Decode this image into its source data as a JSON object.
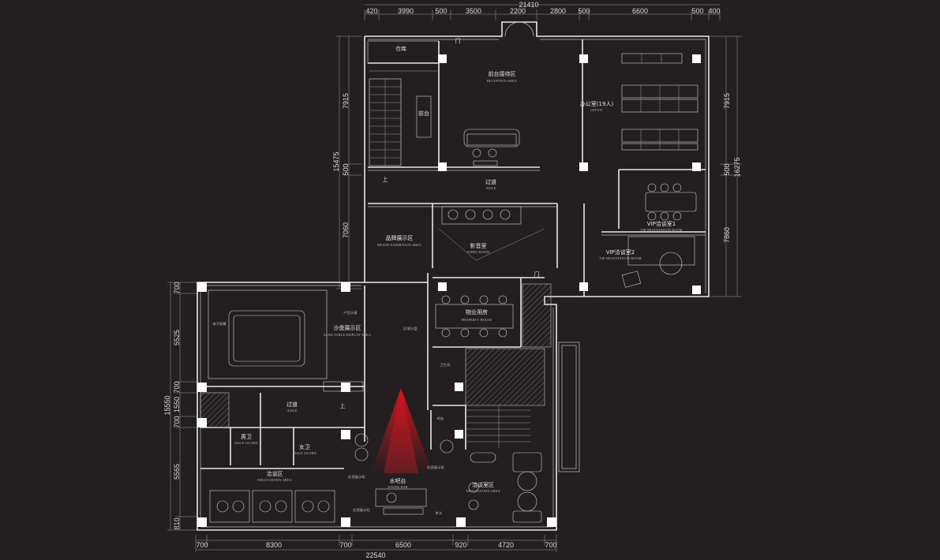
{
  "top_dimensions": {
    "overall": "21410",
    "segments": [
      "420",
      "3990",
      "500",
      "3500",
      "2200",
      "2800",
      "500",
      "6600",
      "500",
      "400"
    ]
  },
  "bottom_dimensions": {
    "overall": "22540",
    "segments": [
      "700",
      "8300",
      "700",
      "6500",
      "920",
      "4720",
      "700"
    ]
  },
  "left_dimensions_upper": {
    "overall": "15475",
    "segments": [
      "7915",
      "500",
      "7060"
    ]
  },
  "left_dimensions_lower": {
    "overall": "15550",
    "segments": [
      "700",
      "5525",
      "700",
      "1550",
      "700",
      "5565",
      "810"
    ]
  },
  "right_dimensions": {
    "overall": "16275",
    "segments": [
      "7915",
      "500",
      "7860"
    ]
  },
  "rooms": {
    "storage": {
      "name": "仓库",
      "sub": ""
    },
    "reception": {
      "name": "前台接待区",
      "sub": "RECEPTION AREA"
    },
    "office": {
      "name": "办公室(19人)",
      "sub": "OFFICE"
    },
    "aisle_upper": {
      "name": "过道",
      "sub": "AISLE"
    },
    "brand": {
      "name": "品牌展示区",
      "sub": "BRAND EXHIBITION AREA"
    },
    "video": {
      "name": "影音室",
      "sub": "VIDEO ROOM"
    },
    "vip1": {
      "name": "VIP洽谈室1",
      "sub": "VIP NEGOTIATION ROOM"
    },
    "vip2": {
      "name": "VIP洽谈室2",
      "sub": "VIP NEGOTIATION ROOM"
    },
    "sand": {
      "name": "沙盘展示区",
      "sub": "SAND TABLE DISPLAY AREA"
    },
    "property": {
      "name": "物业用房",
      "sub": "PROPERTY HOUSE"
    },
    "aisle_lower": {
      "name": "过道",
      "sub": "AISLE"
    },
    "male": {
      "name": "男卫",
      "sub": "MALE GUARD"
    },
    "female": {
      "name": "女卫",
      "sub": "MALE GUARD"
    },
    "nego_left": {
      "name": "洽谈区",
      "sub": "NEGOTIATION AREA"
    },
    "water_bar": {
      "name": "水吧台",
      "sub": "WATER BAR"
    },
    "nego_right": {
      "name": "洽谈室区",
      "sub": "NEGOTIATION AREA"
    }
  },
  "small_labels": {
    "front_desk": "前台",
    "up_1": "上",
    "up_2": "上",
    "door_1": "门",
    "door_2": "门",
    "lower_a": "电子屏幕",
    "lower_b": "户型示意",
    "lower_c": "区域沙盘",
    "lower_d": "红酒展示柜",
    "lower_e": "红酒展示柜",
    "lower_f": "卫生间",
    "lower_g": "红酒展示柜",
    "lower_h": "吧台",
    "lower_i": "茶水"
  }
}
